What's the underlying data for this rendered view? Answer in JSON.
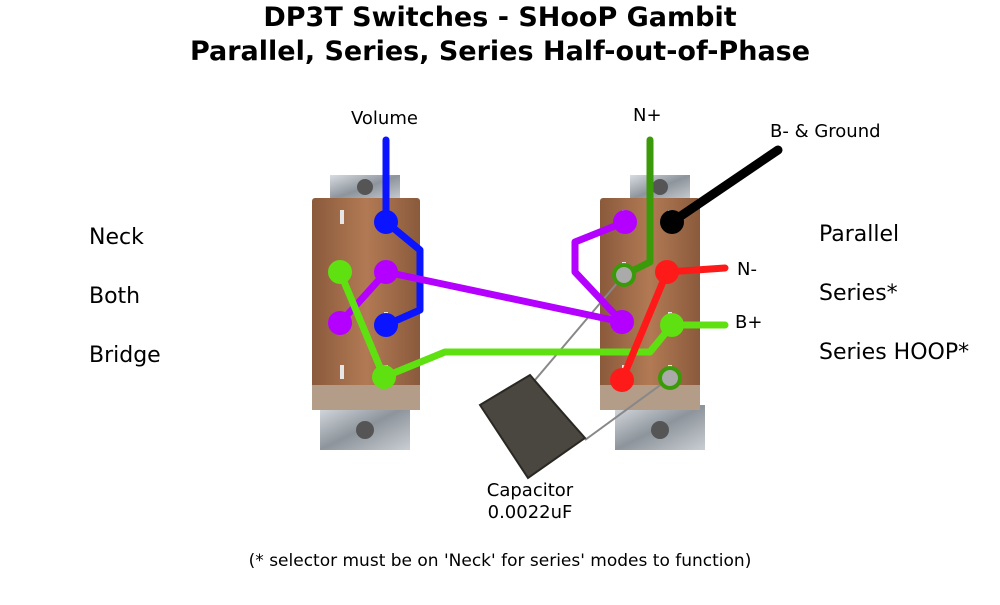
{
  "title": {
    "line1": "DP3T Switches - SHooP Gambit",
    "line2": "Parallel, Series, Series Half-out-of-Phase"
  },
  "left_switch": {
    "positions": [
      "Neck",
      "Both",
      "Bridge"
    ],
    "wire_label": "Volume"
  },
  "right_switch": {
    "positions": [
      "Parallel",
      "Series*",
      "Series HOOP*"
    ],
    "wire_labels": {
      "n_plus": "N+",
      "ground": "B- & Ground",
      "n_minus": "N-",
      "b_plus": "B+"
    }
  },
  "capacitor": {
    "label": "Capacitor",
    "value": "0.0022uF"
  },
  "footnote": "(* selector must be on 'Neck' for series' modes to function)",
  "colors": {
    "volume": "#0a14ff",
    "selector": "#b400ff",
    "bridge": "#5fe010",
    "n_plus": "#3b9a0a",
    "ground": "#000000",
    "n_minus": "#ff1a1a",
    "switch_board": "#a86f4a"
  }
}
